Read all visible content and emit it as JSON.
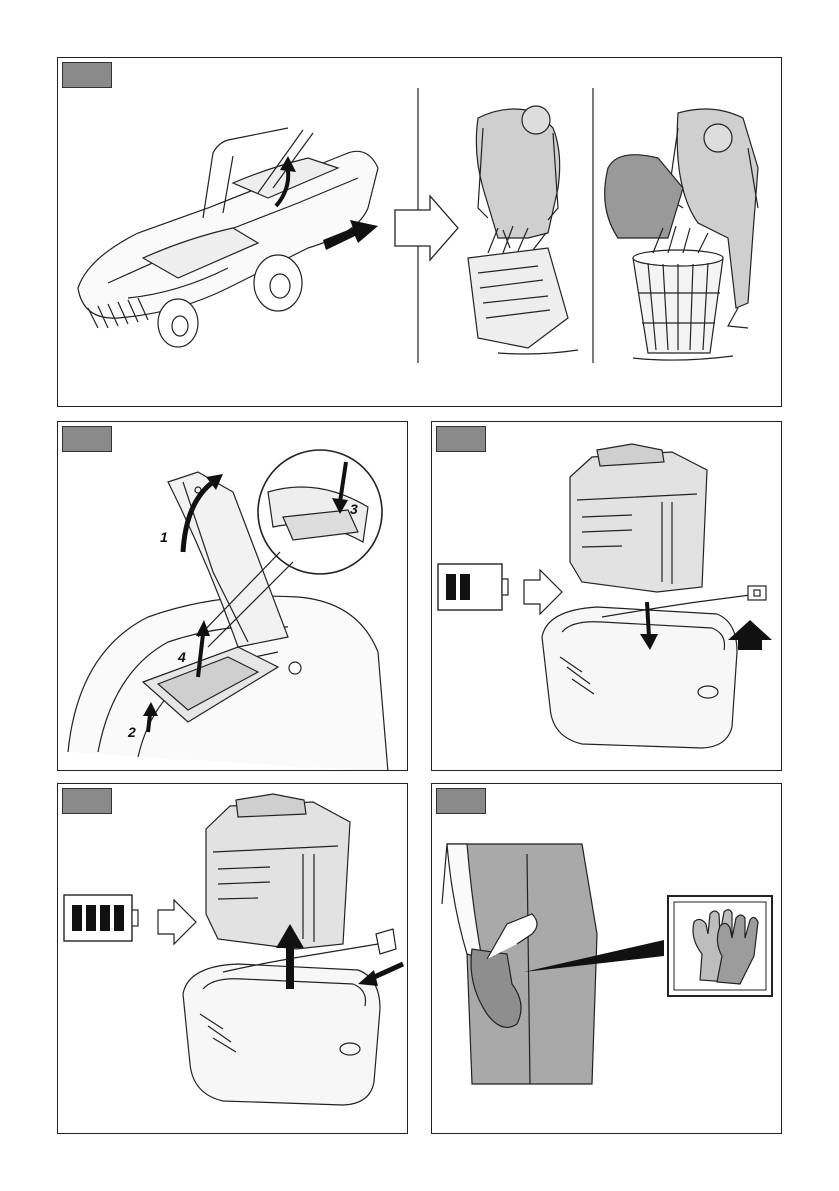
{
  "page": {
    "background": "#ffffff",
    "line_color": "#222222",
    "tag_color": "#8a8a8a"
  },
  "panels": [
    {
      "id": "emptying-grass-bag",
      "tag_label": ""
    },
    {
      "id": "removing-battery",
      "tag_label": "",
      "steps": [
        "1",
        "2",
        "3",
        "4"
      ]
    },
    {
      "id": "charging-empty-battery",
      "tag_label": "",
      "battery_icon": "battery-low-icon"
    },
    {
      "id": "full-battery-removal",
      "tag_label": "",
      "battery_icon": "battery-full-icon"
    },
    {
      "id": "wear-gloves",
      "tag_label": "",
      "icon": "gloves-icon"
    }
  ]
}
